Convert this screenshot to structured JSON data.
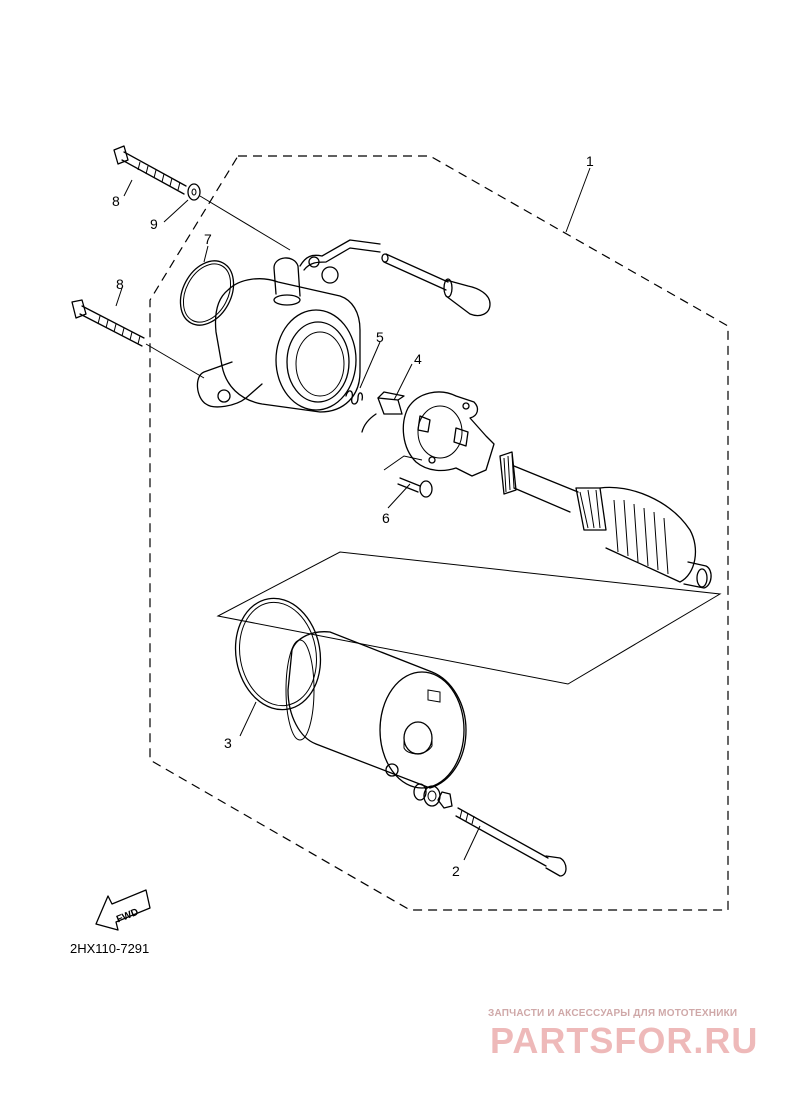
{
  "callouts": {
    "n1": "1",
    "n2": "2",
    "n3": "3",
    "n4": "4",
    "n5": "5",
    "n6": "6",
    "n7": "7",
    "n8a": "8",
    "n8b": "8",
    "n9": "9"
  },
  "fwd_label": "FWD",
  "diagram_code": "2HX110-7291",
  "watermark": {
    "tagline": "ЗАПЧАСТИ И АКСЕССУАРЫ ДЛЯ МОТОТЕХНИКИ",
    "brand": "PARTSFOR.RU"
  }
}
